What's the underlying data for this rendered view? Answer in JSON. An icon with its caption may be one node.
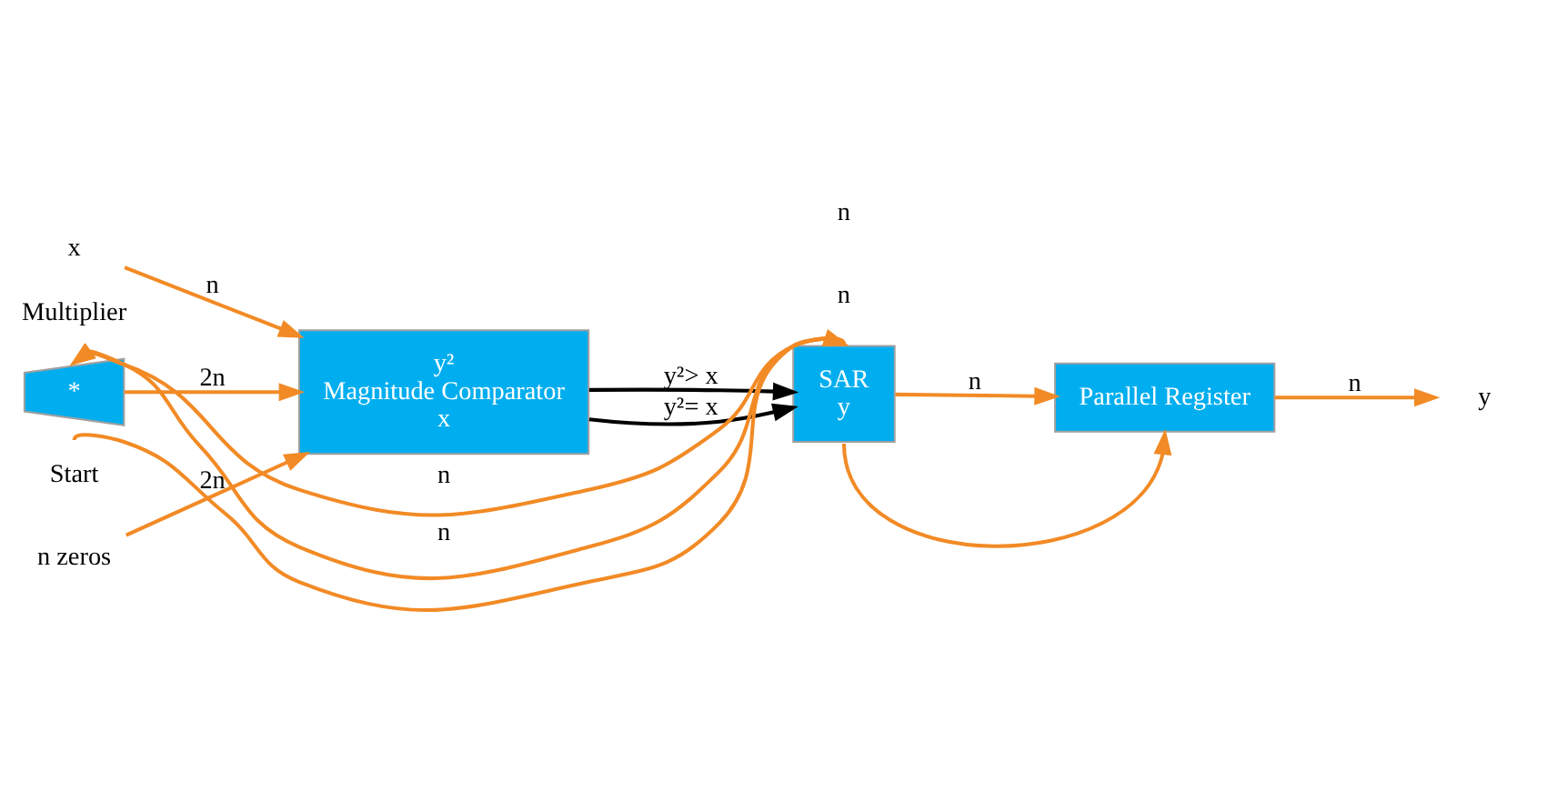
{
  "diagram": {
    "nodes": [
      {
        "text": [
          "x"
        ]
      },
      {
        "text": [
          "n zeros"
        ]
      },
      {
        "text": [
          "*"
        ],
        "beside": [
          "Multiplier"
        ]
      },
      {
        "text": [
          "y²",
          "Magnitude Comparator",
          "x"
        ]
      },
      {
        "text": [
          "SAR",
          "y"
        ]
      },
      {
        "text": [
          "Parallel Register"
        ]
      },
      {
        "text": [
          "y"
        ]
      },
      {
        "text": [
          "Start"
        ]
      }
    ],
    "edges": [
      {
        "from": 0,
        "to": 3,
        "arrow": "to",
        "label": "n",
        "color": "#f28a25"
      },
      {
        "from": 1,
        "to": 3,
        "arrow": "to",
        "label": "2n",
        "color": "#f28a25"
      },
      {
        "from": 2,
        "to": 3,
        "arrow": "to",
        "label": "2n",
        "color": "#f28a25"
      },
      {
        "from": 3,
        "to": 4,
        "arrow": "to",
        "label": "y²> x",
        "color": "#000000"
      },
      {
        "from": 3,
        "to": 4,
        "arrow": "to",
        "label": "y²= x",
        "color": "#000000"
      },
      {
        "from": 4,
        "to": 2,
        "arrow": "to",
        "label": "n",
        "color": "#f28a25"
      },
      {
        "from": 4,
        "to": 2,
        "arrow": "to",
        "label": "n",
        "color": "#f28a25"
      },
      {
        "from": 4,
        "to": 5,
        "arrow": "to",
        "label": "n",
        "color": "#f28a25"
      },
      {
        "from": 5,
        "to": 6,
        "arrow": "to",
        "label": "n",
        "color": "#f28a25"
      },
      {
        "from": 7,
        "to": 4,
        "arrow": "to",
        "color": "#f28a25"
      },
      {
        "from": 4,
        "to": 5,
        "arrow": "to",
        "color": "#f28a25"
      }
    ],
    "labels": [
      "n",
      "n"
    ]
  }
}
